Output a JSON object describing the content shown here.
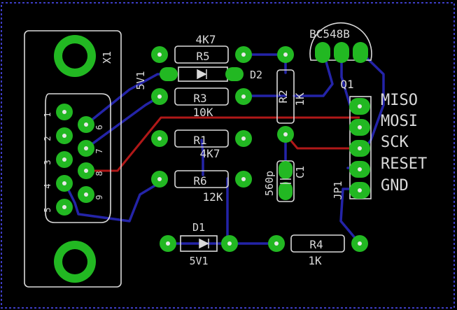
{
  "board": {
    "colors": {
      "background": "#000000",
      "border": "#3d3dc4",
      "top_trace": "#b01818",
      "bottom_trace": "#2424a8",
      "pad": "#22b822",
      "silkscreen": "#d9d9d9",
      "drill": "#e8e8e8"
    }
  },
  "connector": {
    "name": "X1",
    "pins": [
      "1",
      "2",
      "3",
      "4",
      "5",
      "6",
      "7",
      "8",
      "9"
    ]
  },
  "parts": {
    "r5": {
      "value": "4K7",
      "name": "R5"
    },
    "d2": {
      "name": "D2"
    },
    "zener_value": "5V1",
    "r3": {
      "value": "10K",
      "name": "R3"
    },
    "r1": {
      "value": "4K7",
      "name": "R1"
    },
    "r6": {
      "value": "12K",
      "name": "R6"
    },
    "d1": {
      "name": "D1",
      "value": "5V1"
    },
    "r4": {
      "value": "1K",
      "name": "R4"
    },
    "r2": {
      "value": "1K",
      "name": "R2"
    },
    "c1": {
      "value": "560p",
      "name": "C1"
    },
    "q1": {
      "value": "BC548B",
      "name": "Q1"
    },
    "jp1": {
      "name": "JP1"
    }
  },
  "isp_labels": [
    "MISO",
    "MOSI",
    "SCK",
    "RESET",
    "GND"
  ]
}
